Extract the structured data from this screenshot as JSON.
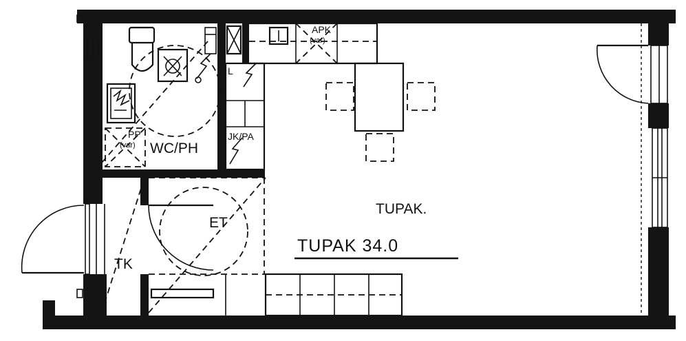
{
  "plan": {
    "labels": {
      "wc": "WC/PH",
      "entrance": "ET",
      "closet": "TK",
      "living_small": "TUPAK.",
      "living_area": "TUPAK 34.0",
      "wardrobe": "L",
      "fridge": "JK/PA",
      "apk": "APK",
      "apk_note": "(var)",
      "pp": "PP",
      "pp_note": "(var)"
    }
  }
}
